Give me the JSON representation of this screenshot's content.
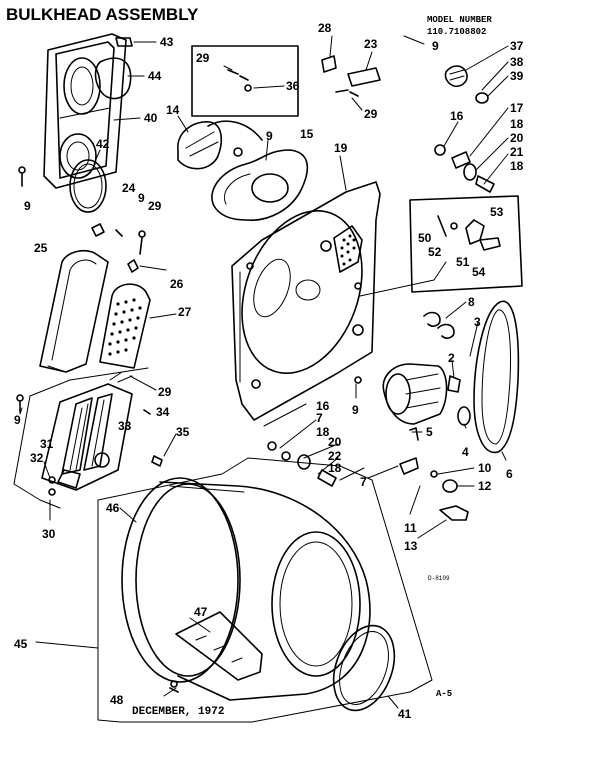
{
  "title": "BULKHEAD ASSEMBLY",
  "model_label": "MODEL NUMBER",
  "model_number": "110.7108802",
  "date": "DECEMBER, 1972",
  "drawing_code": "D-8109",
  "page_ref": "A-5",
  "callouts": {
    "c1": "43",
    "c2": "44",
    "c3": "40",
    "c4": "42",
    "c5": "9",
    "c6": "24",
    "c7": "9",
    "c8": "29",
    "c9": "25",
    "c10": "26",
    "c11": "27",
    "c12": "14",
    "c13": "9",
    "c14": "15",
    "c15": "29",
    "c16": "36",
    "c17": "28",
    "c18": "23",
    "c19": "29",
    "c20": "19",
    "c21": "9",
    "c22": "37",
    "c23": "38",
    "c24": "39",
    "c25": "16",
    "c26": "17",
    "c27": "18",
    "c28": "20",
    "c29": "21",
    "c30": "18",
    "c31": "53",
    "c32": "50",
    "c33": "52",
    "c34": "51",
    "c35": "54",
    "c36": "8",
    "c37": "3",
    "c38": "2",
    "c39": "5",
    "c40": "4",
    "c41": "6",
    "c42": "10",
    "c43": "12",
    "c44": "11",
    "c45": "13",
    "c46": "7",
    "c47": "16",
    "c48": "7",
    "c49": "18",
    "c50": "20",
    "c51": "22",
    "c52": "18",
    "c53": "9",
    "c54": "29",
    "c55": "9",
    "c56": "31",
    "c57": "32",
    "c58": "33",
    "c59": "34",
    "c60": "35",
    "c61": "30",
    "c62": "46",
    "c63": "45",
    "c64": "47",
    "c65": "48",
    "c66": "41"
  }
}
